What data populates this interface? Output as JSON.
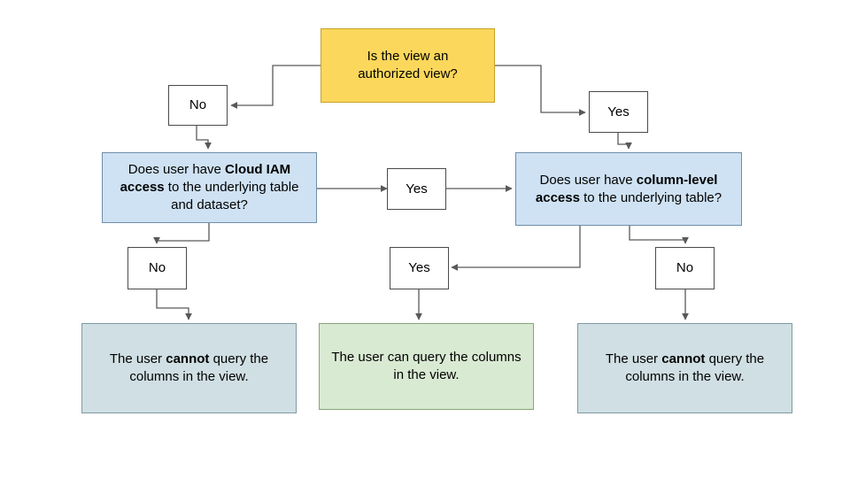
{
  "diagram": {
    "title": "Authorized view and column-level access decision flow",
    "background_color": "#ffffff",
    "colors": {
      "start_fill": "#fbd75b",
      "decision_fill": "#cfe2f3",
      "deny_fill": "#d0dfe3",
      "allow_fill": "#d9ead3",
      "label_fill": "#ffffff",
      "edge_stroke": "#595959",
      "text": "#000000"
    },
    "nodes": {
      "start_question": {
        "text": "Is the view an\nauthorized view?",
        "kind": "question"
      },
      "branch_no_top": {
        "text": "No",
        "kind": "label"
      },
      "branch_yes_top": {
        "text": "Yes",
        "kind": "label"
      },
      "iam_question": {
        "text_plain": "Does user have Cloud IAM access to the underlying table and dataset?",
        "text_html": "Does user have <b>Cloud IAM access</b> to the underlying table and dataset?",
        "kind": "question"
      },
      "column_question": {
        "text_plain": "Does user have column-level access to the underlying table?",
        "text_html": "Does user have <b>column-level access</b> to the underlying table?",
        "kind": "question"
      },
      "branch_yes_middle": {
        "text": "Yes",
        "kind": "label"
      },
      "branch_no_left": {
        "text": "No",
        "kind": "label"
      },
      "branch_yes_bottom": {
        "text": "Yes",
        "kind": "label"
      },
      "branch_no_right": {
        "text": "No",
        "kind": "label"
      },
      "outcome_deny_left": {
        "text_plain": "The user cannot query the columns in the view.",
        "text_html": "The user <b>cannot</b> query the columns in the view.",
        "kind": "outcome-deny"
      },
      "outcome_allow": {
        "text_plain": "The user can query the columns in the view.",
        "text_html": "The user can query the columns in the view.",
        "kind": "outcome-allow"
      },
      "outcome_deny_right": {
        "text_plain": "The user cannot query the columns in the view.",
        "text_html": "The user <b>cannot</b> query the columns in the view.",
        "kind": "outcome-deny"
      }
    },
    "edges": [
      {
        "from": "start_question",
        "to": "branch_no_top",
        "label": ""
      },
      {
        "from": "start_question",
        "to": "branch_yes_top",
        "label": ""
      },
      {
        "from": "branch_no_top",
        "to": "iam_question",
        "label": ""
      },
      {
        "from": "branch_yes_top",
        "to": "column_question",
        "label": ""
      },
      {
        "from": "iam_question",
        "to": "branch_yes_middle",
        "label": ""
      },
      {
        "from": "branch_yes_middle",
        "to": "column_question",
        "label": ""
      },
      {
        "from": "iam_question",
        "to": "branch_no_left",
        "label": ""
      },
      {
        "from": "branch_no_left",
        "to": "outcome_deny_left",
        "label": ""
      },
      {
        "from": "column_question",
        "to": "branch_yes_bottom",
        "label": ""
      },
      {
        "from": "branch_yes_bottom",
        "to": "outcome_allow",
        "label": ""
      },
      {
        "from": "column_question",
        "to": "branch_no_right",
        "label": ""
      },
      {
        "from": "branch_no_right",
        "to": "outcome_deny_right",
        "label": ""
      }
    ]
  }
}
